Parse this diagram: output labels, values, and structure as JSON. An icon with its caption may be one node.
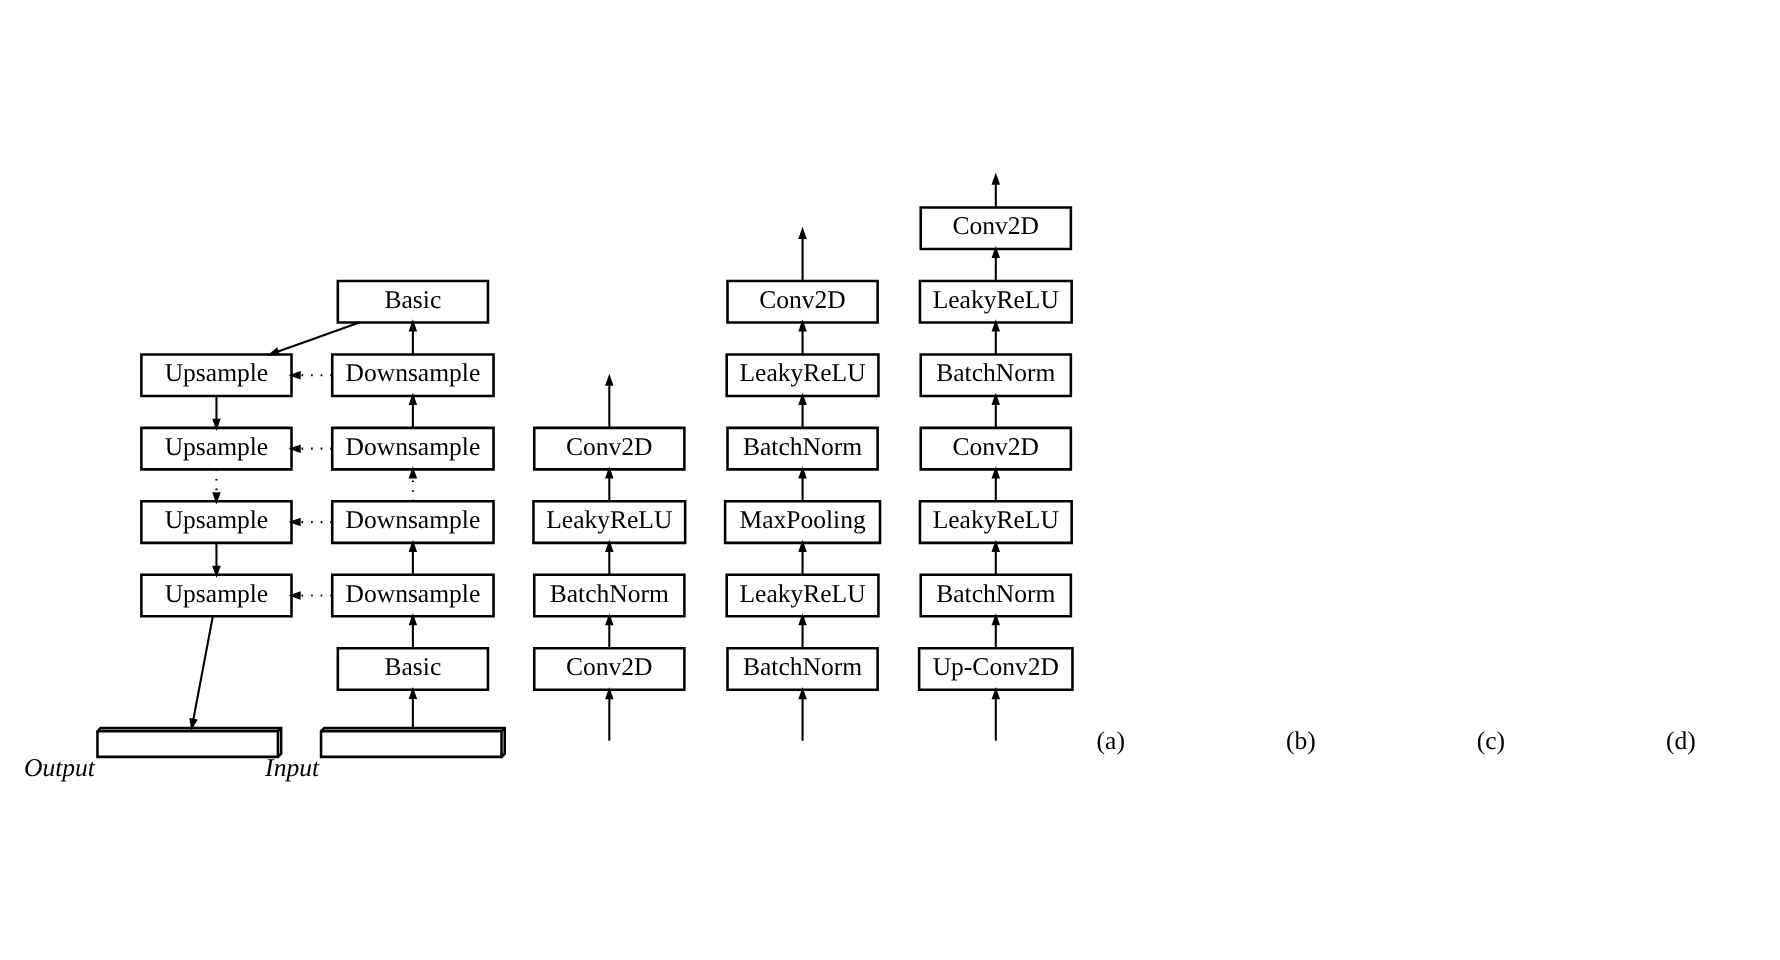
{
  "diagram": {
    "nodes": [
      {
        "text": [
          "Basic"
        ]
      },
      {
        "text": [
          "Downsample"
        ]
      },
      {
        "text": [
          "Upsample"
        ]
      },
      {
        "text": [
          "Downsample"
        ]
      },
      {
        "text": [
          "Upsample"
        ]
      },
      {
        "text": [
          "Downsample"
        ]
      },
      {
        "text": [
          "Upsample"
        ]
      },
      {
        "text": [
          "Downsample"
        ]
      },
      {
        "text": [
          "Upsample"
        ]
      },
      {
        "text": [
          "Basic"
        ]
      },
      {
        "text": [],
        "shape": "box",
        "beside": [
          "Input"
        ]
      },
      {
        "text": [],
        "shape": "box",
        "beside": [
          "Output"
        ]
      },
      {
        "text": [
          "Conv2D"
        ]
      },
      {
        "text": [
          "LeakyReLU"
        ]
      },
      {
        "text": [
          "BatchNorm"
        ]
      },
      {
        "text": [
          "Conv2D"
        ]
      },
      {
        "text": [
          "Conv2D"
        ]
      },
      {
        "text": [
          "LeakyReLU"
        ]
      },
      {
        "text": [
          "BatchNorm"
        ]
      },
      {
        "text": [
          "MaxPooling"
        ]
      },
      {
        "text": [
          "LeakyReLU"
        ]
      },
      {
        "text": [
          "BatchNorm"
        ]
      },
      {
        "text": [
          "Conv2D"
        ]
      },
      {
        "text": [
          "LeakyReLU"
        ]
      },
      {
        "text": [
          "BatchNorm"
        ]
      },
      {
        "text": [
          "Conv2D"
        ]
      },
      {
        "text": [
          "LeakyReLU"
        ]
      },
      {
        "text": [
          "BatchNorm"
        ]
      },
      {
        "text": [
          "Up-Conv2D"
        ]
      }
    ],
    "edges": [
      {
        "from": 10,
        "to": 9,
        "arrow": "to"
      },
      {
        "from": 9,
        "to": 7,
        "arrow": "to"
      },
      {
        "from": 7,
        "to": 5,
        "arrow": "to"
      },
      {
        "from": 5,
        "to": 3,
        "arrow": "to",
        "style": "dashed"
      },
      {
        "from": 3,
        "to": 1,
        "arrow": "to"
      },
      {
        "from": 1,
        "to": 0,
        "arrow": "to"
      },
      {
        "from": 0,
        "to": 2,
        "arrow": "to"
      },
      {
        "from": 2,
        "to": 4,
        "arrow": "to"
      },
      {
        "from": 4,
        "to": 6,
        "arrow": "to",
        "style": "dashed"
      },
      {
        "from": 6,
        "to": 8,
        "arrow": "to"
      },
      {
        "from": 8,
        "to": 11,
        "arrow": "to"
      },
      {
        "from": 1,
        "to": 2,
        "arrow": "to",
        "style": "dashed"
      },
      {
        "from": 3,
        "to": 4,
        "arrow": "to",
        "style": "dashed"
      },
      {
        "from": 5,
        "to": 6,
        "arrow": "to",
        "style": "dashed"
      },
      {
        "from": 7,
        "to": 8,
        "arrow": "to",
        "style": "dashed"
      },
      {
        "from": null,
        "to": 15,
        "arrow": "to"
      },
      {
        "from": 15,
        "to": 14,
        "arrow": "to"
      },
      {
        "from": 14,
        "to": 13,
        "arrow": "to"
      },
      {
        "from": 13,
        "to": 12,
        "arrow": "to"
      },
      {
        "from": 12,
        "to": null,
        "arrow": "to"
      },
      {
        "from": null,
        "to": 21,
        "arrow": "to"
      },
      {
        "from": 21,
        "to": 20,
        "arrow": "to"
      },
      {
        "from": 20,
        "to": 19,
        "arrow": "to"
      },
      {
        "from": 19,
        "to": 18,
        "arrow": "to"
      },
      {
        "from": 18,
        "to": 17,
        "arrow": "to"
      },
      {
        "from": 17,
        "to": 16,
        "arrow": "to"
      },
      {
        "from": 16,
        "to": null,
        "arrow": "to"
      },
      {
        "from": null,
        "to": 28,
        "arrow": "to"
      },
      {
        "from": 28,
        "to": 27,
        "arrow": "to"
      },
      {
        "from": 27,
        "to": 26,
        "arrow": "to"
      },
      {
        "from": 26,
        "to": 25,
        "arrow": "to"
      },
      {
        "from": 25,
        "to": 24,
        "arrow": "to"
      },
      {
        "from": 24,
        "to": 23,
        "arrow": "to"
      },
      {
        "from": 23,
        "to": 22,
        "arrow": "to"
      },
      {
        "from": 22,
        "to": null,
        "arrow": "to"
      }
    ],
    "labels": [
      "(a)",
      "(b)",
      "(c)",
      "(d)"
    ]
  }
}
